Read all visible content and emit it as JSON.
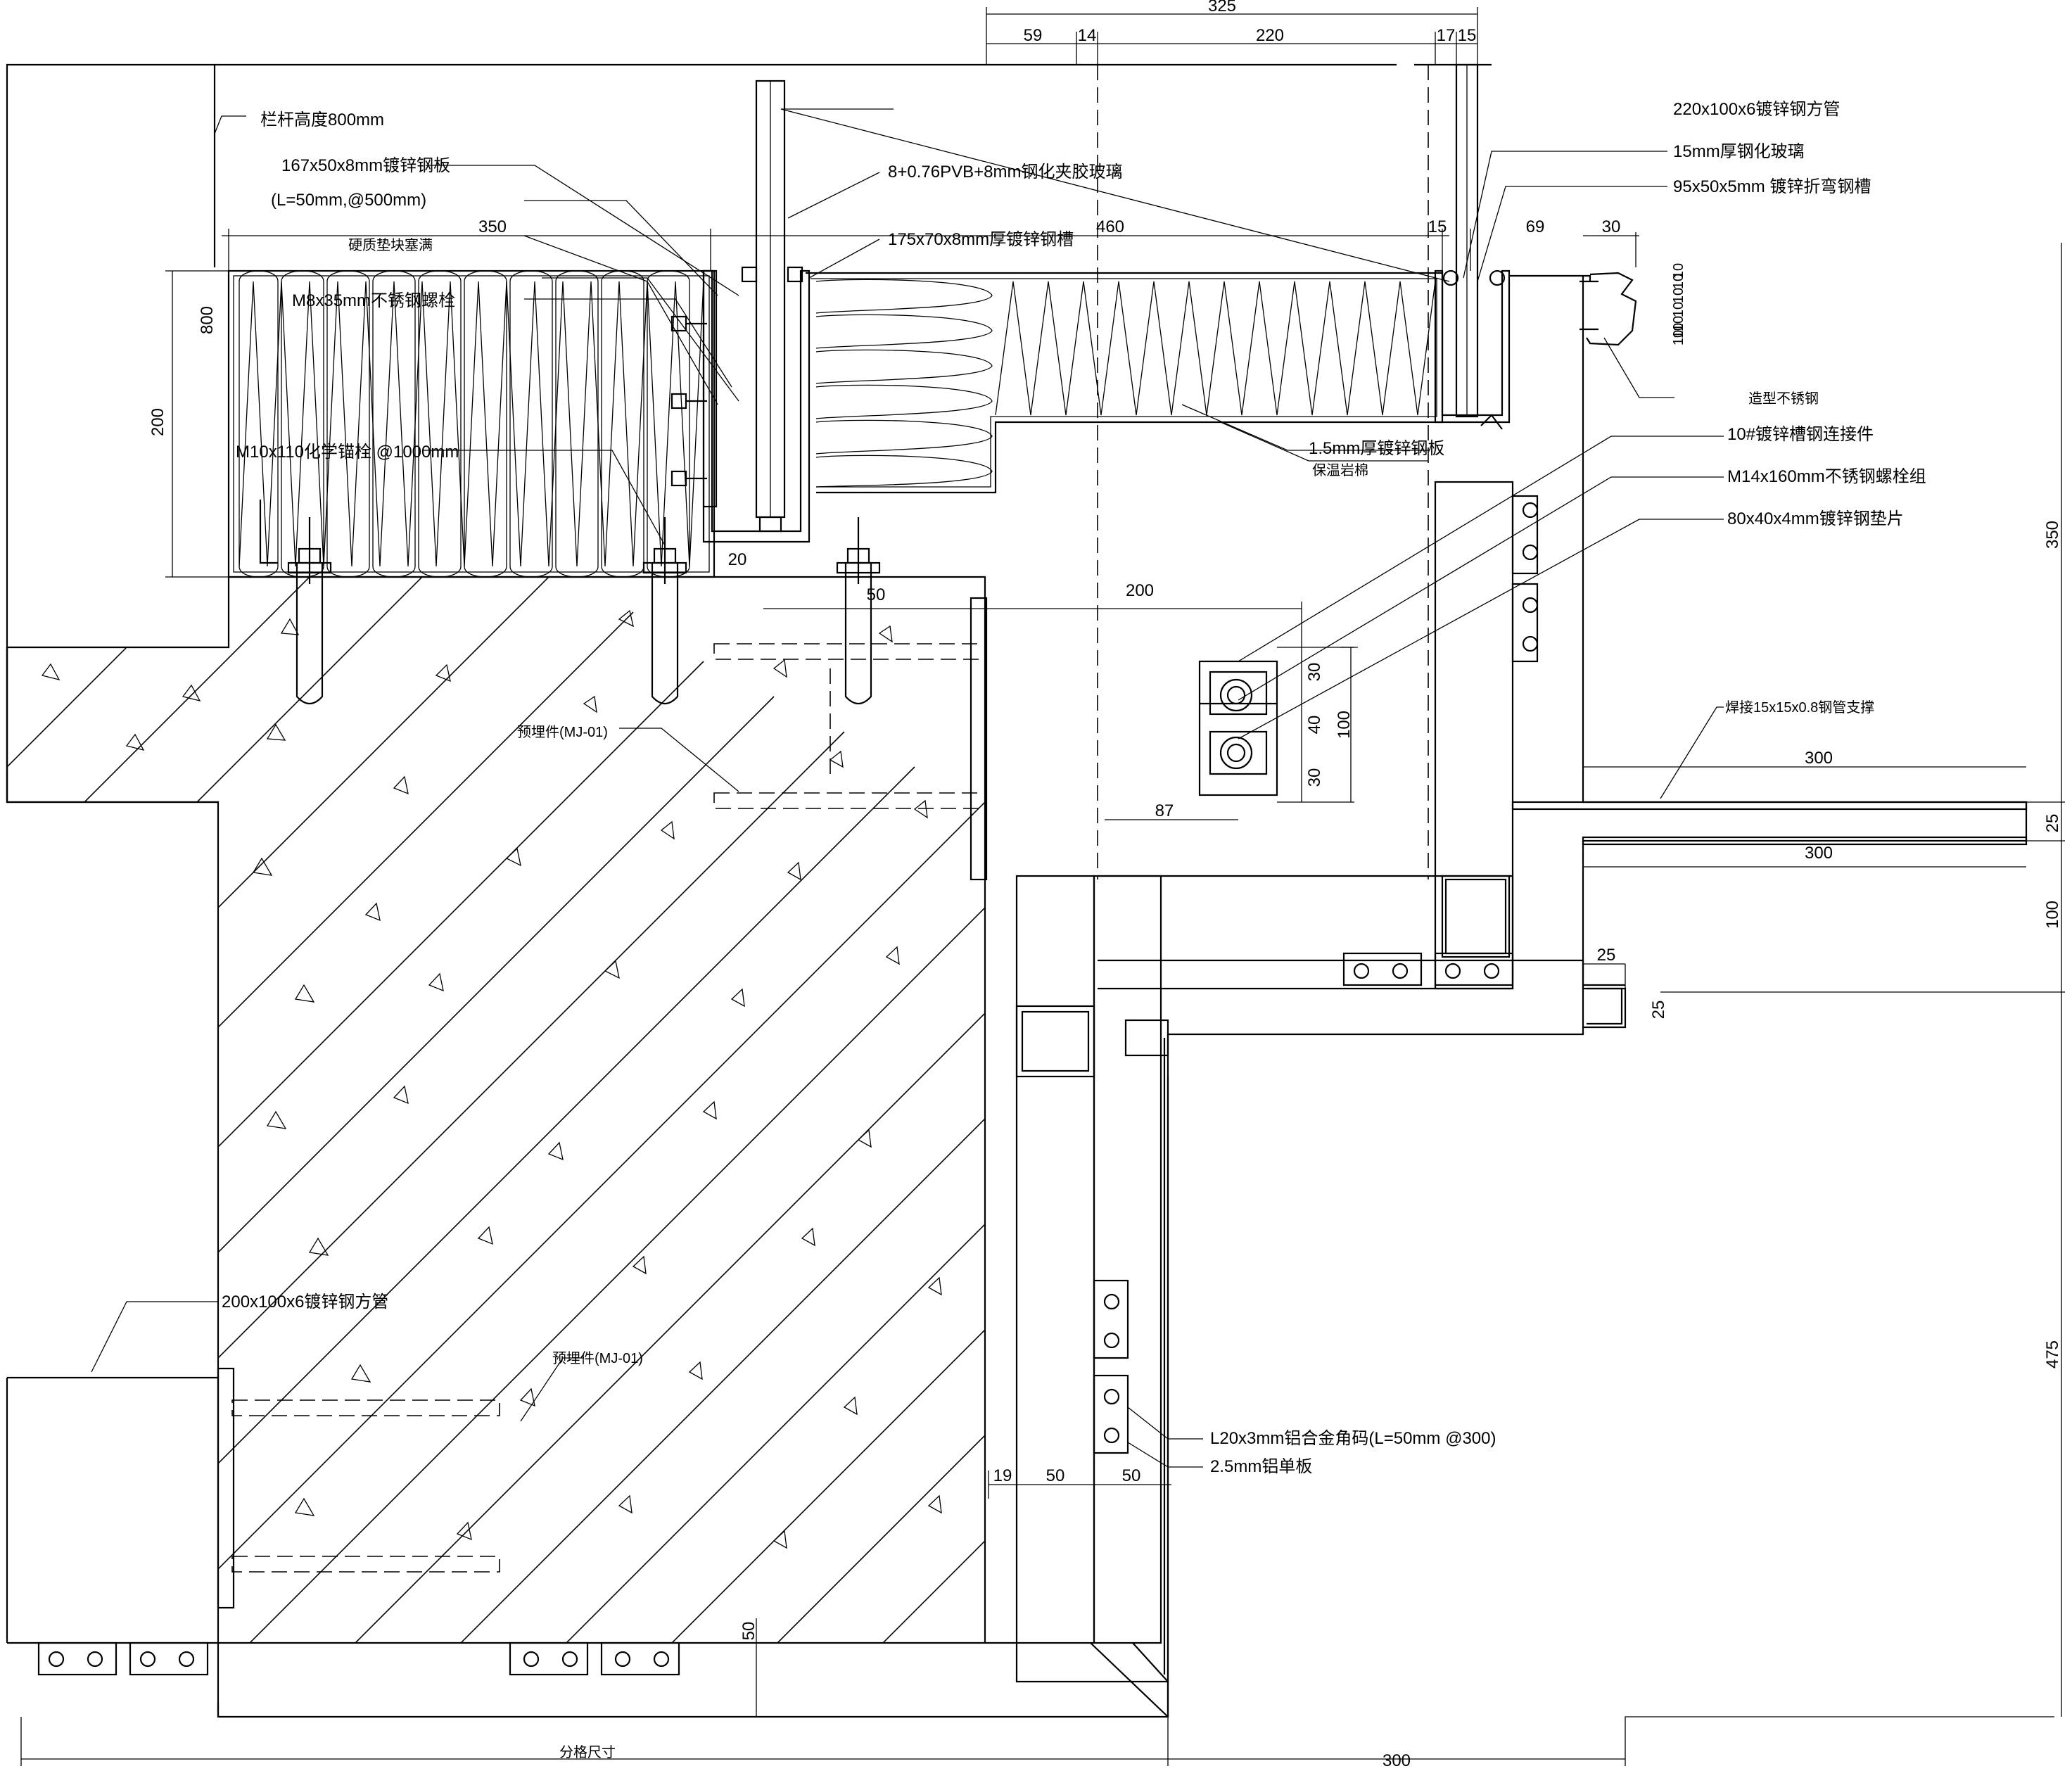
{
  "dimensions_top": {
    "overall": "325",
    "d1": "59",
    "d2": "14",
    "d3": "220",
    "d4": "17",
    "d5": "15"
  },
  "dimensions_parapet": {
    "w350": "350",
    "w460": "460",
    "w15": "15",
    "w69": "69",
    "w30": "30",
    "h800": "800",
    "h200": "200",
    "h20": "20",
    "h50": "50"
  },
  "dimensions_right": {
    "h350": "350",
    "h25a": "25",
    "h100": "100",
    "h25b": "25",
    "h475": "475",
    "w300a": "300",
    "w300b": "300",
    "w25": "25",
    "w300c": "300"
  },
  "dimensions_bracket": {
    "w200": "200",
    "h30a": "30",
    "h40": "40",
    "h100": "100",
    "h30b": "30",
    "w87": "87"
  },
  "dimensions_bottom": {
    "w19": "19",
    "w50a": "50",
    "w50b": "50",
    "h50": "50",
    "module": "分格尺寸"
  },
  "small_ticks": [
    "10",
    "10",
    "10",
    "10",
    "10",
    "10",
    "10"
  ],
  "labels": {
    "railing_height": "栏杆高度800mm",
    "steel_plate": "167x50x8mm镀锌钢板",
    "steel_plate_spec": "(L=50mm,@500mm)",
    "hard_pad": "硬质垫块塞满",
    "bolt_m8": "M8x35mm不锈钢螺栓",
    "anchor_m10": "M10x110化学锚栓 @1000mm",
    "glass_laminated": "8+0.76PVB+8mm钢化夹胶玻璃",
    "channel_175": "175x70x8mm厚镀锌钢槽",
    "tube_220": "220x100x6镀锌钢方管",
    "glass_15": "15mm厚钢化玻璃",
    "channel_95": "95x50x5mm 镀锌折弯钢槽",
    "stainless_profile": "造型不锈钢",
    "galv_plate_15": "1.5mm厚镀锌钢板",
    "rock_wool": "保温岩棉",
    "connector_10": "10#镀锌槽钢连接件",
    "bolt_m14": "M14x160mm不锈钢螺栓组",
    "washer_80": "80x40x4mm镀锌钢垫片",
    "embed_1": "预埋件(MJ-01)",
    "weld_support": "焊接15x15x0.8钢管支撑",
    "tube_200": "200x100x6镀锌钢方管",
    "embed_2": "预埋件(MJ-01)",
    "angle_l20": "L20x3mm铝合金角码(L=50mm @300)",
    "alu_panel": "2.5mm铝单板"
  }
}
